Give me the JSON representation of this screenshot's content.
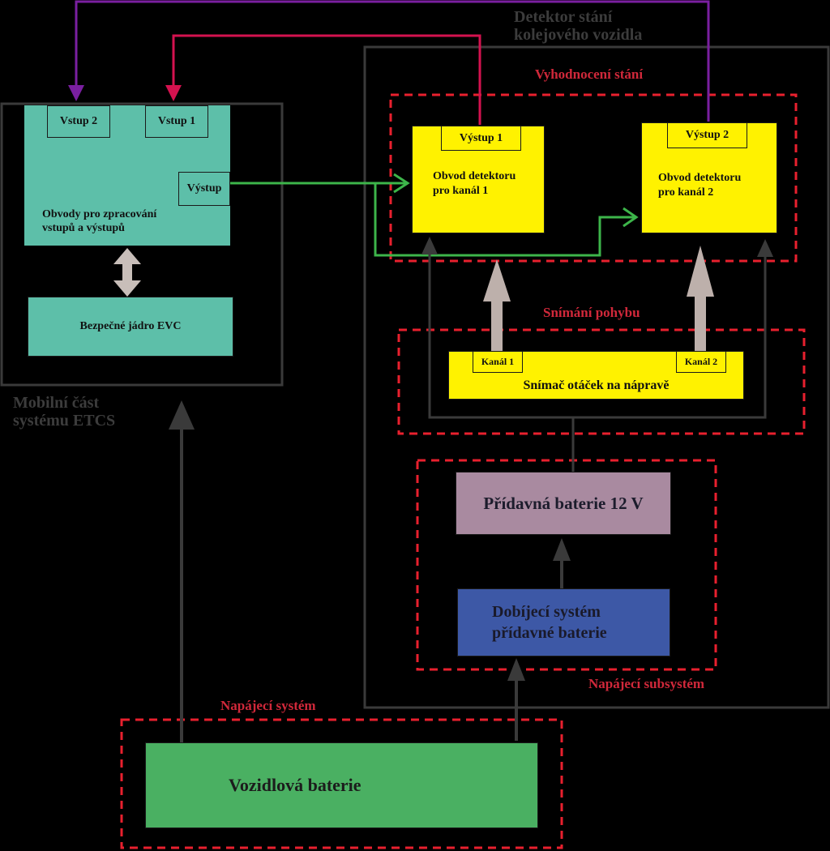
{
  "detector": {
    "title": "Detektor stání\nkolejového vozidla",
    "evaluation_label": "Vyhodnocení stání",
    "channel1": {
      "output": "Výstup 1",
      "title": "Obvod detektoru\npro kanál 1"
    },
    "channel2": {
      "output": "Výstup 2",
      "title": "Obvod detektoru\npro kanál 2"
    }
  },
  "motion": {
    "label": "Snímání pohybu",
    "sensor": "Snímač otáček na nápravě",
    "channel1": "Kanál 1",
    "channel2": "Kanál 2"
  },
  "power_subsystem": {
    "label": "Napájecí subsystém",
    "battery": "Přídavná baterie 12 V",
    "charger": "Dobíjecí systém\npřídavné baterie"
  },
  "power_system": {
    "label": "Napájecí systém",
    "vehicle_battery": "Vozidlová baterie"
  },
  "etcs": {
    "title": "Mobilní část\nsystému ETCS",
    "input2": "Vstup 2",
    "input1": "Vstup 1",
    "output": "Výstup",
    "io": "Obvody pro zpracování\nvstupů a výstupů",
    "kernel": "Bezpečné jádro EVC"
  },
  "colors": {
    "background": "#000000",
    "teal": "#5dbfa9",
    "yellow": "#fff200",
    "mauve": "#a98aa0",
    "blue": "#3d58a6",
    "green": "#4ab062",
    "red_dash": "#e8202e",
    "purple_line": "#7a1fa0",
    "crimson_line": "#d4124f",
    "green_line": "#3db54a",
    "dark_line": "#3a3a3a",
    "block_arrow": "#bdb0ab"
  }
}
